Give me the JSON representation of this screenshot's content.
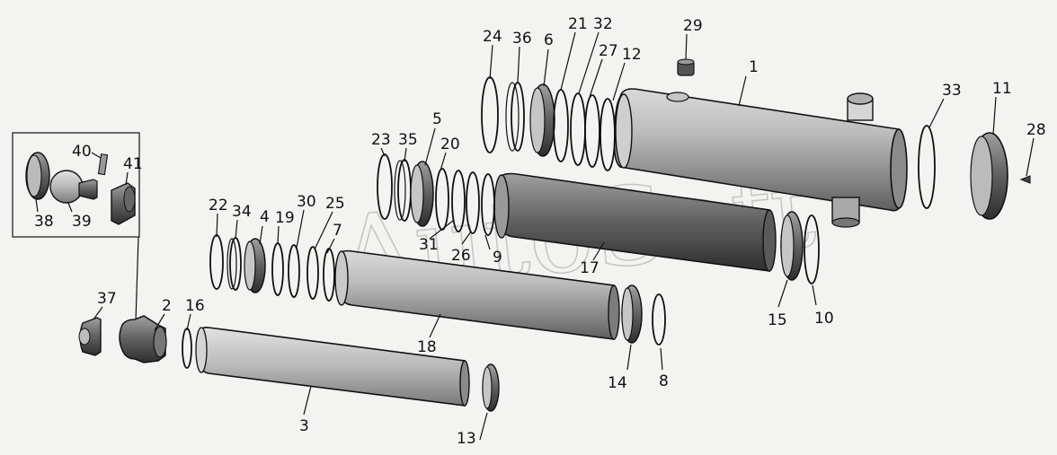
{
  "diagram": {
    "watermark": "AutoSoft",
    "labels": [
      {
        "id": "1",
        "text": "1"
      },
      {
        "id": "2",
        "text": "2"
      },
      {
        "id": "3",
        "text": "3"
      },
      {
        "id": "4",
        "text": "4"
      },
      {
        "id": "5",
        "text": "5"
      },
      {
        "id": "6",
        "text": "6"
      },
      {
        "id": "7",
        "text": "7"
      },
      {
        "id": "8",
        "text": "8"
      },
      {
        "id": "9",
        "text": "9"
      },
      {
        "id": "10",
        "text": "10"
      },
      {
        "id": "11",
        "text": "11"
      },
      {
        "id": "12",
        "text": "12"
      },
      {
        "id": "13",
        "text": "13"
      },
      {
        "id": "14",
        "text": "14"
      },
      {
        "id": "15",
        "text": "15"
      },
      {
        "id": "16",
        "text": "16"
      },
      {
        "id": "17",
        "text": "17"
      },
      {
        "id": "18",
        "text": "18"
      },
      {
        "id": "19",
        "text": "19"
      },
      {
        "id": "20",
        "text": "20"
      },
      {
        "id": "21",
        "text": "21"
      },
      {
        "id": "22",
        "text": "22"
      },
      {
        "id": "23",
        "text": "23"
      },
      {
        "id": "24",
        "text": "24"
      },
      {
        "id": "25",
        "text": "25"
      },
      {
        "id": "26",
        "text": "26"
      },
      {
        "id": "27",
        "text": "27"
      },
      {
        "id": "28",
        "text": "28"
      },
      {
        "id": "29",
        "text": "29"
      },
      {
        "id": "30",
        "text": "30"
      },
      {
        "id": "31",
        "text": "31"
      },
      {
        "id": "32",
        "text": "32"
      },
      {
        "id": "33",
        "text": "33"
      },
      {
        "id": "34",
        "text": "34"
      },
      {
        "id": "35",
        "text": "35"
      },
      {
        "id": "36",
        "text": "36"
      },
      {
        "id": "37",
        "text": "37"
      },
      {
        "id": "38",
        "text": "38"
      },
      {
        "id": "39",
        "text": "39"
      },
      {
        "id": "40",
        "text": "40"
      },
      {
        "id": "41",
        "text": "41"
      }
    ]
  }
}
